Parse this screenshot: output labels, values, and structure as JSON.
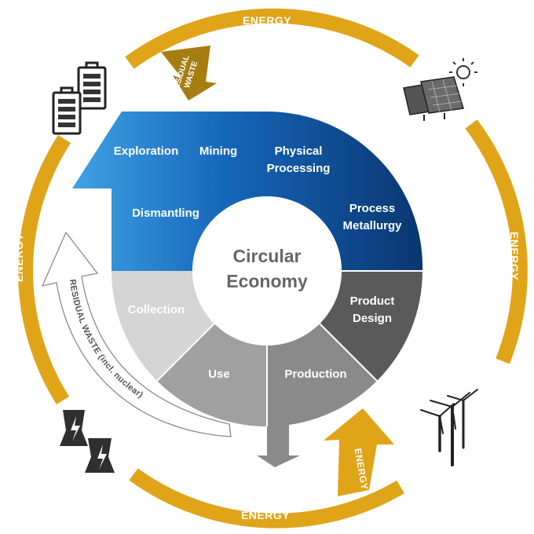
{
  "center": {
    "line1": "Circular",
    "line2": "Economy"
  },
  "stages": {
    "exploration": "Exploration",
    "mining": "Mining",
    "physical": {
      "line1": "Physical",
      "line2": "Processing"
    },
    "metallurgy": {
      "line1": "Process",
      "line2": "Metallurgy"
    },
    "product_design": {
      "line1": "Product",
      "line2": "Design"
    },
    "production": "Production",
    "use": "Use",
    "collection": "Collection",
    "dismantling": "Dismantling"
  },
  "energy": {
    "top": "ENERGY",
    "right": "ENERGY",
    "left": "ENERGY",
    "bottom": "ENERGY",
    "arrow": "ENERGY"
  },
  "residual_waste_top": {
    "line1": "RESIDUAL",
    "line2": "WASTE"
  },
  "residual_waste_left": "RESIDUAL WASTE (incl. nuclear)",
  "colors": {
    "energy": "#e0a418",
    "waste_dark": "#a57d10",
    "blue_light": "#3a9de0",
    "blue_dark": "#0a3a78",
    "grey_product_design": "#5a5a5a",
    "grey_production": "#8a8a8a",
    "grey_use": "#9c9c9c",
    "grey_collection": "#d3d3d3"
  }
}
